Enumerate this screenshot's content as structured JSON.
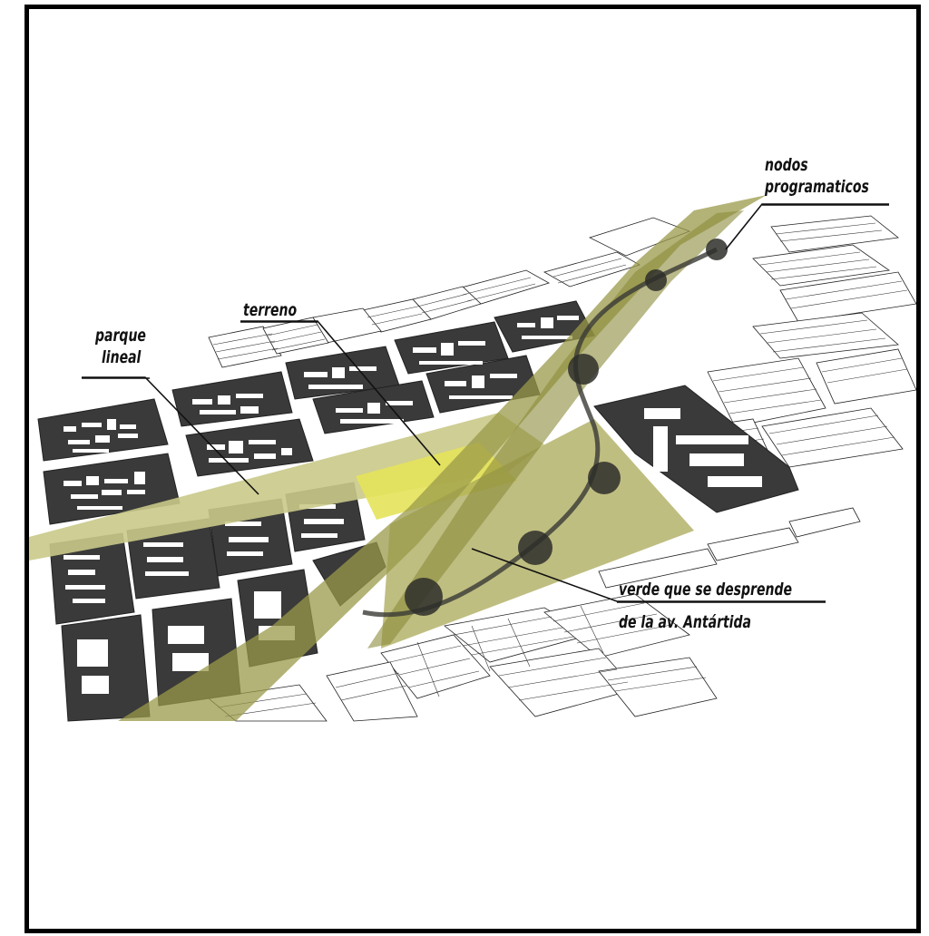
{
  "labels": {
    "parque": "parque\nlineal",
    "parque_line1": "parque",
    "parque_line2": "lineal",
    "terreno": "terreno",
    "nodos_line1": "nodos",
    "nodos_line2": "programaticos",
    "verde_line1": "verde que se desprende",
    "verde_line2": "de la av. Antártida"
  },
  "colors": {
    "block_dark": "#3a3a3a",
    "park_band": "#c9c98a",
    "terreno_fill": "#e6e35a",
    "green_overlay": "#9a9a4a",
    "node": "#2e2e2a",
    "frame": "#000000"
  },
  "icons": [
    "node-circle",
    "leader-line"
  ]
}
